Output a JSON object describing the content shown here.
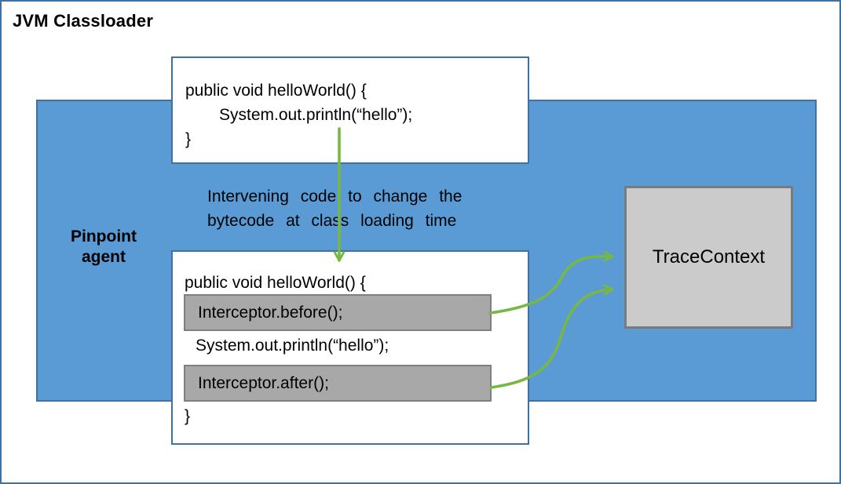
{
  "title": "JVM Classloader",
  "agent_label": {
    "line1": "Pinpoint",
    "line2": "agent"
  },
  "original_code_box": {
    "line1": "public void helloWorld() {",
    "line2": "System.out.println(“hello”);",
    "line3": "}"
  },
  "annotation": {
    "line1": "Intervening code to change the",
    "line2": "bytecode at class loading time"
  },
  "modified_code_box": {
    "line1": "public void helloWorld() {",
    "interceptor_before": "Interceptor.before();",
    "line2": "System.out.println(“hello”);",
    "interceptor_after": "Interceptor.after();",
    "line3": "}"
  },
  "trace_context": {
    "label": "TraceContext"
  },
  "colors": {
    "agent_fill": "#5B9BD5",
    "agent_border": "#41719C",
    "box_border": "#41719C",
    "frame_border": "#41719C",
    "interceptor_fill": "#A8A8A8",
    "interceptor_border": "#7F7F7F",
    "trace_fill": "#CBCBCB",
    "trace_border": "#7B7B7B",
    "arrow_green": "#77B843"
  }
}
